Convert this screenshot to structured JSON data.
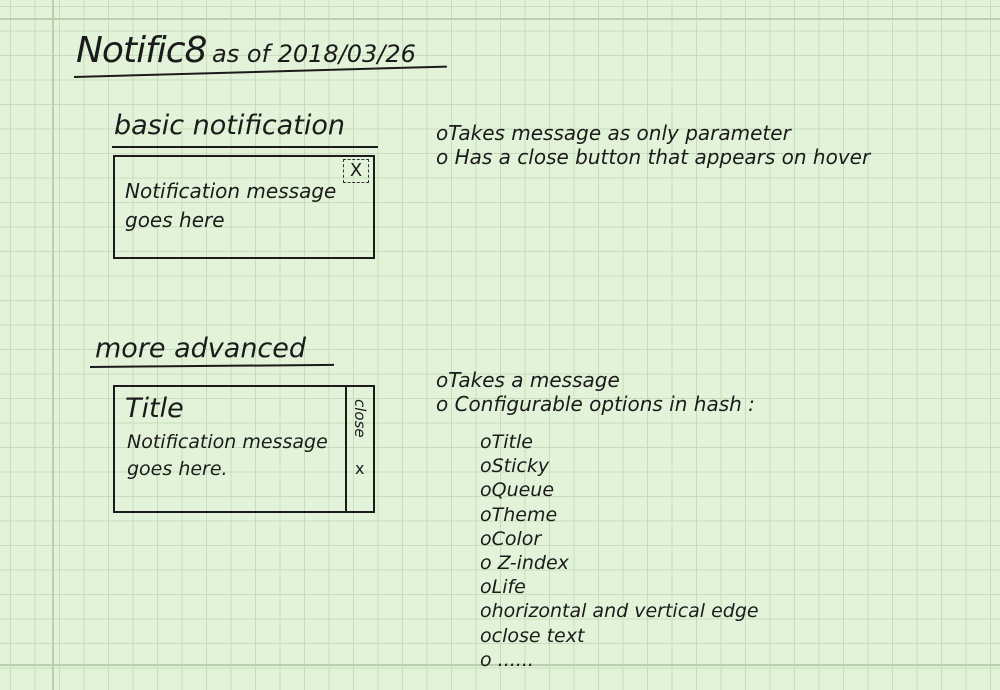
{
  "title": {
    "name": "Notific8",
    "date": "as of 2018/03/26"
  },
  "basic": {
    "heading": "basic notification",
    "box_message": "Notification message goes here",
    "close_symbol": "X",
    "notes": [
      "oTakes message as only parameter",
      "o Has a close button that appears on hover"
    ]
  },
  "advanced": {
    "heading": "more advanced",
    "box_title": "Title",
    "box_message": "Notification message goes here.",
    "close_label": "close",
    "close_symbol": "x",
    "notes": [
      "oTakes a message",
      "o Configurable options in hash :"
    ],
    "options": [
      "oTitle",
      "oSticky",
      "oQueue",
      "oTheme",
      "oColor",
      "o Z-index",
      "oLife",
      "ohorizontal and vertical edge",
      "oclose text",
      "o ......"
    ]
  }
}
